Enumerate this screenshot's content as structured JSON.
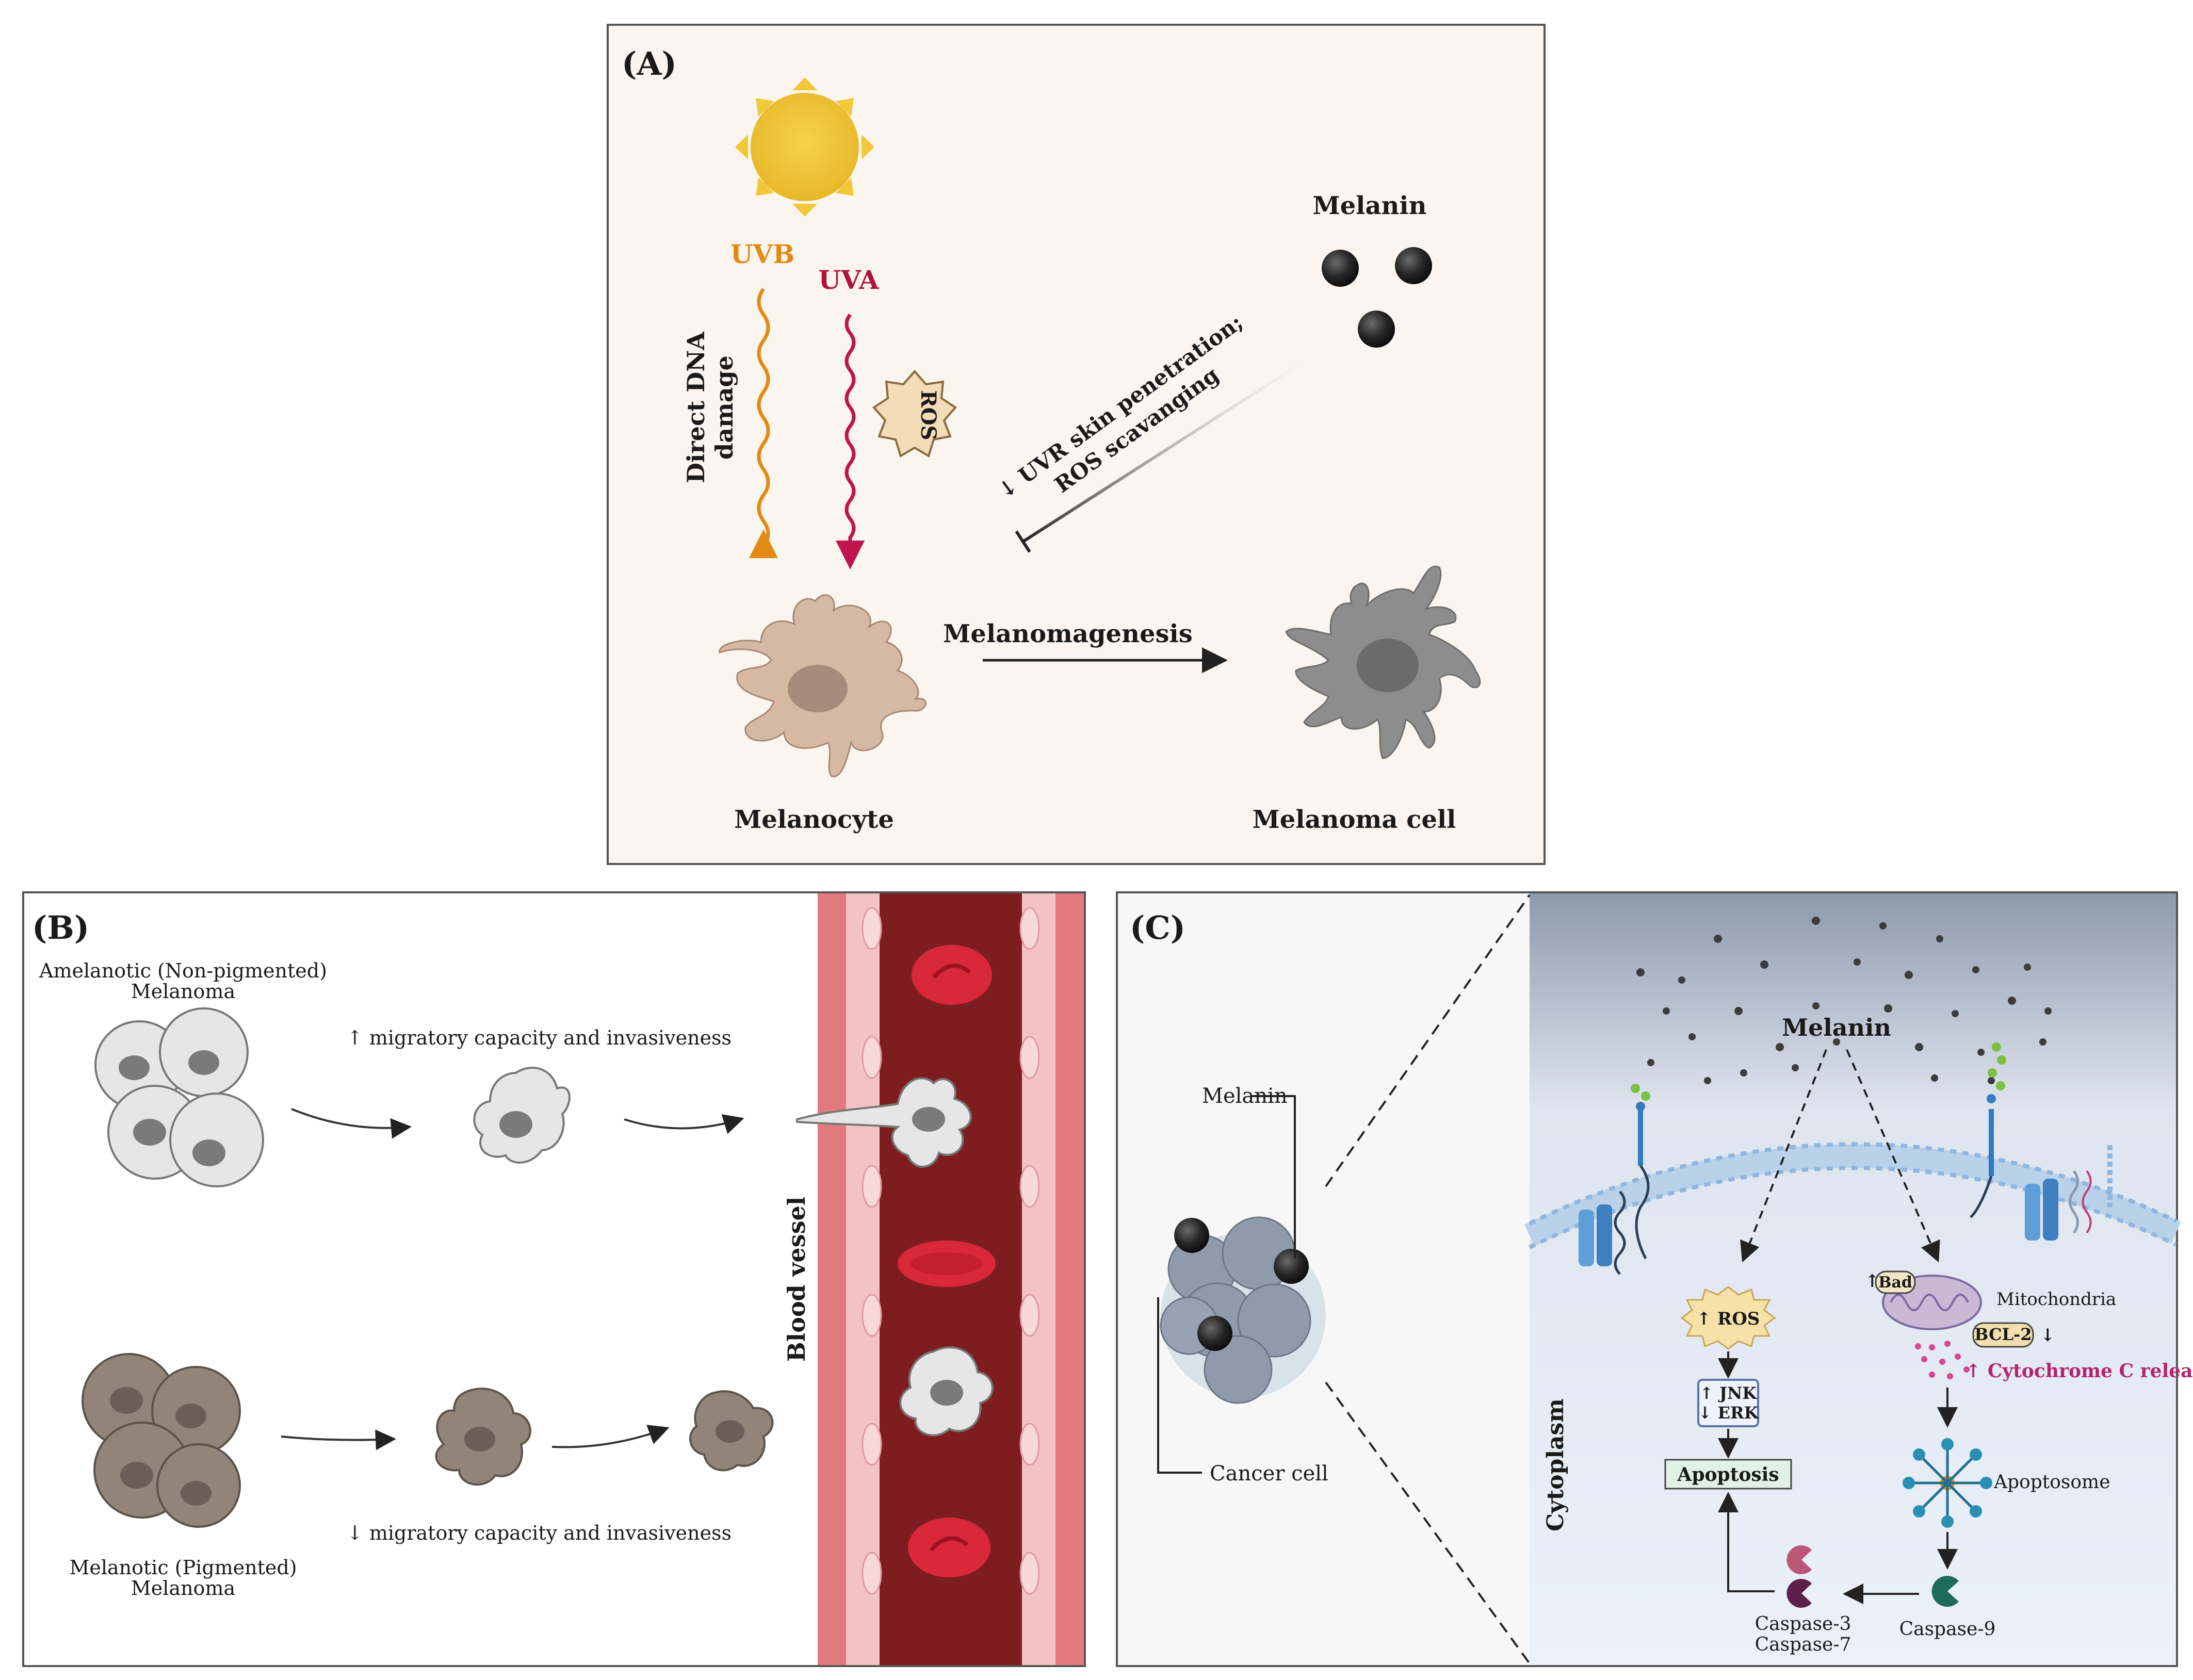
{
  "panel_a": {
    "label": "(A)",
    "uvb": "UVB",
    "uva": "UVA",
    "direct_dna": [
      "Direct DNA",
      "damage"
    ],
    "ros": "ROS",
    "melanin": "Melanin",
    "inhibit": [
      "↓ UVR skin penetration;",
      "ROS scavanging"
    ],
    "melanomagenesis": "Melanomagenesis",
    "melanocyte": "Melanocyte",
    "melanoma_cell": "Melanoma cell"
  },
  "panel_b": {
    "label": "(B)",
    "amelanotic": [
      "Amelanotic (Non-pigmented)",
      "Melanoma"
    ],
    "up_migration": "↑ migratory capacity and invasiveness",
    "melanotic": [
      "Melanotic (Pigmented)",
      "Melanoma"
    ],
    "down_migration": "↓ migratory capacity and invasiveness",
    "blood_vessel": "Blood vessel"
  },
  "panel_c": {
    "label": "(C)",
    "melanin_left": "Melanin",
    "cancer_cell": "Cancer cell",
    "melanin_top": "Melanin",
    "ros": "↑ ROS",
    "jnk": "↑ JNK",
    "erk": "↓ ERK",
    "apoptosis": "Apoptosis",
    "bad": "Bad",
    "bad_arrow": "↑",
    "mitochondria": "Mitochondria",
    "bcl2": "BCL-2",
    "bcl2_arrow": "↓",
    "cytochrome": "↑ Cytochrome C release",
    "apoptosome": "Apoptosome",
    "caspase9": "Caspase-9",
    "caspase3": "Caspase-3",
    "caspase7": "Caspase-7",
    "cytoplasm": "Cytoplasm"
  }
}
